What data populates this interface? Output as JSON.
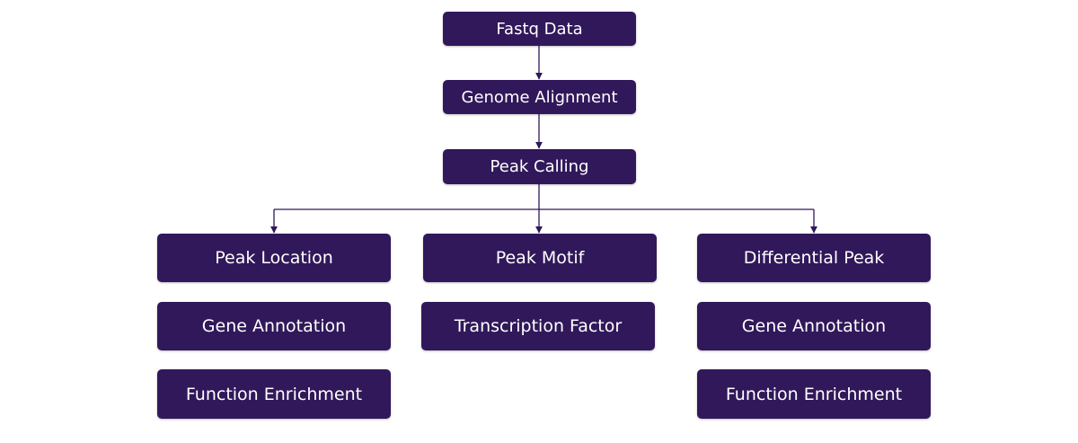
{
  "colors": {
    "node_fill": "#31185a",
    "node_text": "#ffffff",
    "connector": "#31185a"
  },
  "nodes": {
    "fastq_data": "Fastq Data",
    "genome_alignment": "Genome Alignment",
    "peak_calling": "Peak Calling",
    "peak_location": "Peak Location",
    "peak_motif": "Peak Motif",
    "differential_peak": "Differential Peak",
    "gene_annotation_left": "Gene Annotation",
    "transcription_factor": "Transcription Factor",
    "gene_annotation_right": "Gene Annotation",
    "function_enrichment_left": "Function Enrichment",
    "function_enrichment_right": "Function Enrichment"
  }
}
